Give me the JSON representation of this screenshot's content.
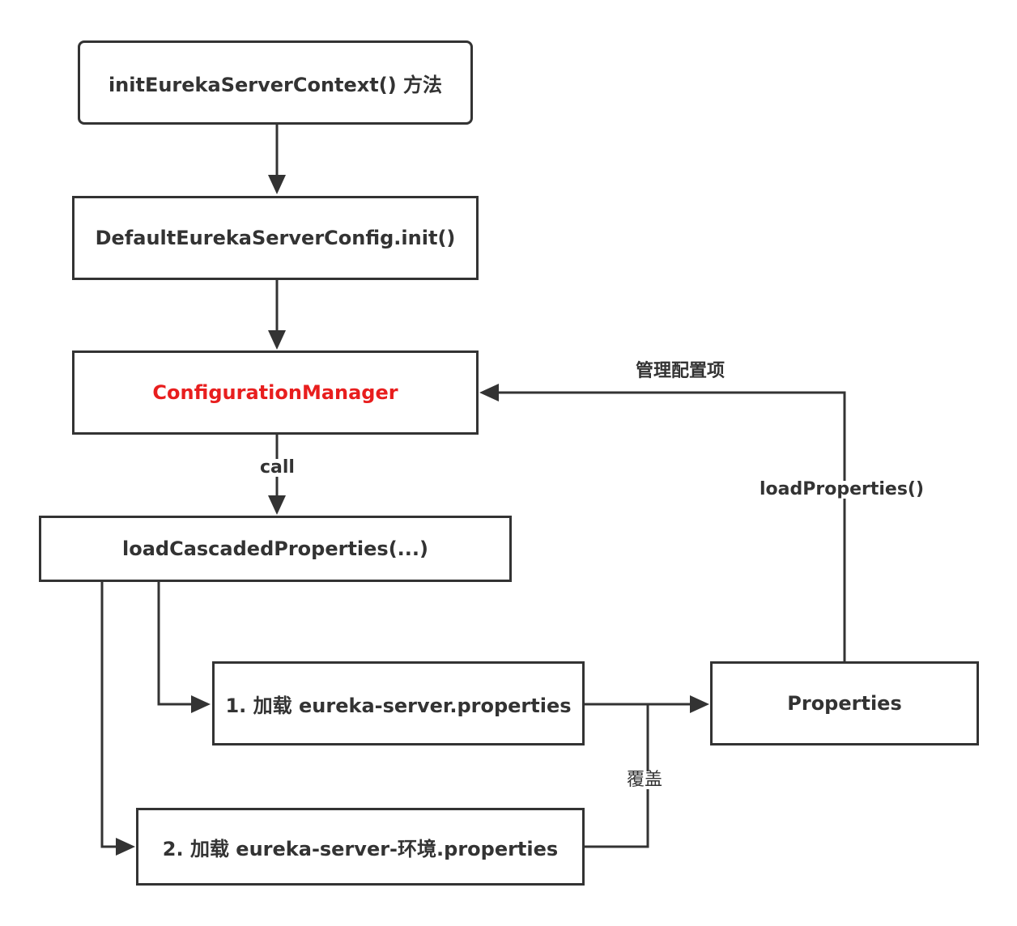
{
  "diagram": {
    "nodes": {
      "start": "initEurekaServerContext() 方法",
      "default_config": "DefaultEurekaServerConfig.init()",
      "configuration_manager": "ConfigurationManager",
      "load_cascaded": "loadCascadedProperties(...)",
      "load_step1": "1. 加载 eureka-server.properties",
      "load_step2": "2. 加载 eureka-server-环境.properties",
      "properties": "Properties"
    },
    "edge_labels": {
      "call": "call",
      "manage_config": "管理配置项",
      "load_properties": "loadProperties()",
      "override": "覆盖"
    },
    "colors": {
      "stroke": "#333333",
      "highlight_text": "#e81e1e",
      "text": "#333333",
      "background": "#ffffff"
    }
  }
}
